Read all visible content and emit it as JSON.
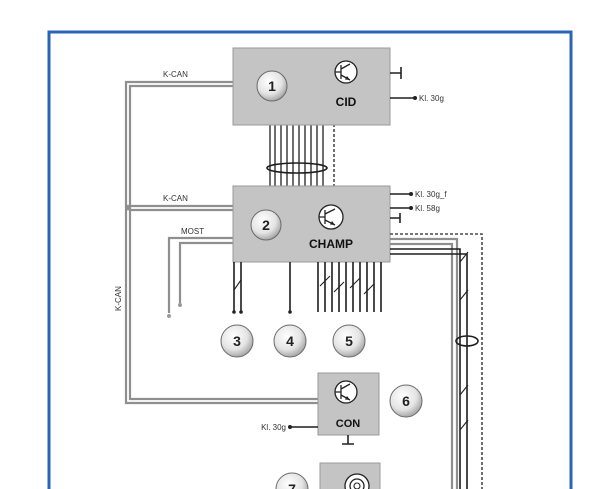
{
  "frame": {
    "border_color": "#2a64b8"
  },
  "modules": {
    "cid": {
      "number": "1",
      "name": "CID"
    },
    "champ": {
      "number": "2",
      "name": "CHAMP"
    },
    "con": {
      "number": "6",
      "name": "CON"
    }
  },
  "components": {
    "c3": "3",
    "c4": "4",
    "c5": "5",
    "c7": "7"
  },
  "bus_labels": {
    "kcan_top": "K-CAN",
    "kcan_mid": "K-CAN",
    "kcan_side": "K-CAN",
    "most": "MOST"
  },
  "terminals": {
    "cid_kl30g": "Kl. 30g",
    "champ_kl30g_f": "Kl. 30g_f",
    "champ_kl58g": "Kl. 58g",
    "con_kl30g": "Kl. 30g"
  },
  "icons": {
    "transistor": "transistor-icon",
    "ground": "ground-icon",
    "controller_knob": "knob-icon"
  }
}
